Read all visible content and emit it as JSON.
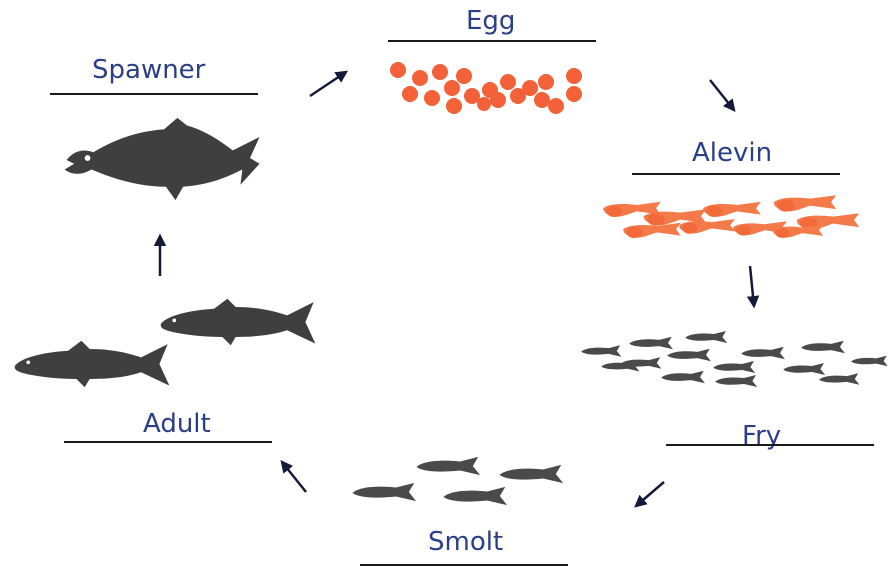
{
  "stages": {
    "egg": "Egg",
    "alevin": "Alevin",
    "fry": "Fry",
    "smolt": "Smolt",
    "adult": "Adult",
    "spawner": "Spawner"
  },
  "colors": {
    "label": "#2a3f86",
    "rule": "#1a1a1a",
    "arrow": "#161a3a",
    "egg": "#f2592e",
    "alevin": "#f47a4a",
    "fish": "#3f3f3f"
  },
  "icons": {
    "eggs": "egg-cluster-icon",
    "alevin": "alevin-school-icon",
    "fry": "fry-school-icon",
    "smolt": "smolt-school-icon",
    "adult": "adult-salmon-icon",
    "spawner": "spawner-salmon-icon",
    "arrow": "cycle-arrow-icon"
  }
}
